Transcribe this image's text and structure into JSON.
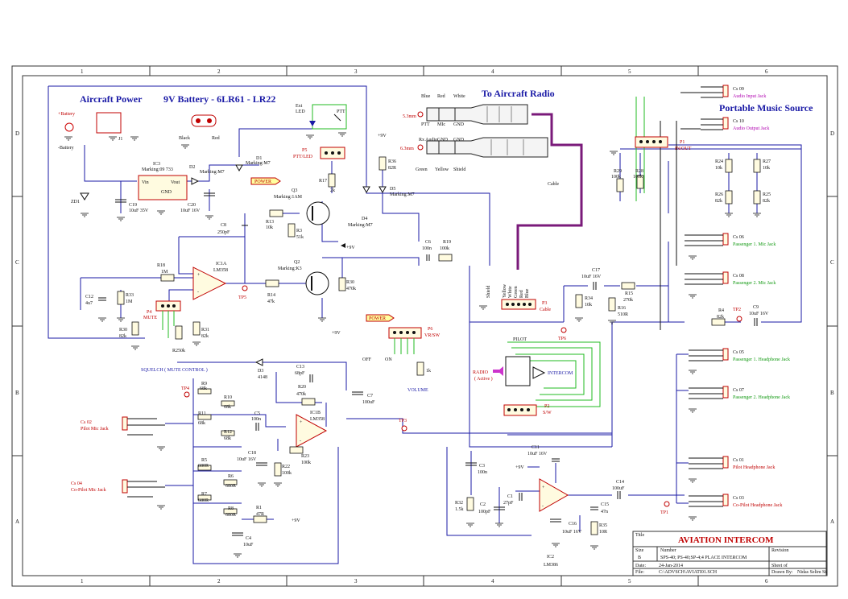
{
  "frame": {
    "columns": [
      "1",
      "2",
      "3",
      "4",
      "5",
      "6"
    ],
    "rows": [
      "D",
      "C",
      "B",
      "A"
    ]
  },
  "titles": {
    "aircraft_power": "Aircraft Power",
    "battery": "9V Battery - 6LR61 - LR22",
    "to_radio": "To Aircraft Radio",
    "portable_music": "Portable Music Source",
    "squelch": "SQUELCH ( MUTE CONTROL )",
    "volume": "VOLUME",
    "pilot": "PILOT",
    "radio_active": "RADIO",
    "radio_active_sub": "( Active )",
    "intercom": "INTERCOM",
    "cable": "Cable"
  },
  "power": {
    "plus_battery": "+Battery",
    "minus_battery": "-Battery",
    "j1": "J1",
    "black": "Black",
    "red": "Red",
    "zd1": "ZD1",
    "power_tag": "POWER",
    "power_tag2": "POWER",
    "v9": "+9V",
    "v9b": "+9V",
    "v9c": "+9V",
    "v9d": "+9V",
    "v9e": "+9V"
  },
  "components": {
    "ic3_top": "IC3",
    "ic3_mark": "Marking:09 733",
    "vin": "Vin",
    "vout": "Vout",
    "gnd": "GND",
    "d2": "D2",
    "d2_mark": "Marking:M7",
    "d1": "D1",
    "d1_mark": "Marking:M7",
    "c19": "C19",
    "c19_v": "10uF 35V",
    "c20": "C20",
    "c20_v": "10uF 16V",
    "ptt_led": "P5",
    "ptt_led_sub": "PTT/LED",
    "ext_led": "Ext",
    "ext_led2": "LED",
    "ptt": "PTT",
    "r17": "R17",
    "r17_v": "2k",
    "q3": "Q3",
    "q3_mark": "Marking:1AM",
    "r13": "R13",
    "r13_v": "10k",
    "r3": "R3",
    "r3_v": "51k",
    "c8": "C8",
    "c8_v": "250pF",
    "r36": "R36",
    "r36_v": "82R",
    "d5": "D5",
    "d5_mark": "Marking:M7",
    "d4": "D4",
    "d4_mark": "Marking:M7",
    "q2": "Q2",
    "q2_mark": "Marking:K3",
    "r14": "R14",
    "r14_v": "47k",
    "r30": "R30",
    "r30_v": "470k",
    "c6": "C6",
    "c6_v": "100n",
    "r19": "R19",
    "r19_v": "100k",
    "r18": "R18",
    "r18_v": "1M",
    "ic1a": "IC1A",
    "ic1a_type": "LM358",
    "tp5": "TP5",
    "c12": "C12",
    "c12_v": "4u7",
    "r33": "R33",
    "r33_v": "1M",
    "p4": "P4",
    "p4_sub": "MUTE",
    "r30b": "R30",
    "r30b_v": "82k",
    "r31": "R31",
    "r31_v": "82k",
    "r250": "R250k",
    "p6": "P6",
    "p6_sub": "VR/SW",
    "off": "OFF",
    "on": "ON",
    "r1k": "1k",
    "d3": "D3",
    "d3_v": "4148",
    "c13": "C13",
    "c13_v": "68pF",
    "r20": "R20",
    "r20_v": "470k",
    "c7": "C7",
    "c7_v": "100uF",
    "tp4": "TP4",
    "r9": "R9",
    "r9_v": "68k",
    "r10": "R10",
    "r10_v": "68k",
    "r11": "R11",
    "r11_v": "68k",
    "r12": "R12",
    "r12_v": "68k",
    "c5": "C5",
    "c5_v": "100n",
    "ic1b": "IC1B",
    "ic1b_type": "LM358",
    "tp3": "TP3",
    "c18": "C18",
    "c18_v": "10uF 16V",
    "r22": "R22",
    "r22_v": "100k",
    "r23": "R23",
    "r23_v": "100k",
    "r5": "R5",
    "r5_v": "680R",
    "r6": "R6",
    "r6_v": "680R",
    "r7": "R7",
    "r7_v": "680R",
    "r8": "R8",
    "r8_v": "680R",
    "r1": "R1",
    "r1_v": "47R",
    "c4": "C4",
    "c4_v": "10uF",
    "cs02": "Cs 02",
    "cs02_sub": "Pilot Mic Jack",
    "cs04": "Cs 04",
    "cs04_sub": "Co-Pilot Mic Jack",
    "p3": "P3",
    "p3_sub": "Cable",
    "shield": "Shield",
    "yellow": "Yellow",
    "white": "White",
    "green": "Green",
    "red_w": "Red",
    "blue": "Blue",
    "tp6": "TP6",
    "c17": "C17",
    "c17_v": "10uF 16V",
    "r34": "R34",
    "r34_v": "10k",
    "r15": "R15",
    "r15_v": "270k",
    "r16": "R16",
    "r16_v": "510R",
    "r4": "R4",
    "r4_v": "82k",
    "tp2": "TP2",
    "c9": "C9",
    "c9_v": "10uF 16V",
    "p2": "P2",
    "p2_sub": "S/W",
    "c11": "C11",
    "c11_v": "10uF 16V",
    "c3": "C3",
    "c3_v": "100n",
    "c1": "C1",
    "c1_v": "27pF",
    "c2": "C2",
    "c2_v": "100pF",
    "r32": "R32",
    "r32_v": "1.5k",
    "c16": "C16",
    "c16_v": "10uF 16V",
    "c14": "C14",
    "c14_v": "100uF",
    "c15": "C15",
    "c15_v": "47n",
    "r35": "R35",
    "r35_v": "10R",
    "ic2": "IC2",
    "ic2_type": "LM386",
    "tp1": "TP1",
    "p1": "P1",
    "p1_sub": "IN/OUT",
    "r29": "R29",
    "r29_v": "100k",
    "r28": "R28",
    "r28_v": "100k",
    "r24": "R24",
    "r24_v": "10k",
    "r27": "R27",
    "r27_v": "10k",
    "r26": "R26",
    "r26_v": "82k",
    "r25": "R25",
    "r25_v": "82k"
  },
  "radio_plugs": {
    "r53": "5.3mm",
    "r63": "6.3mm",
    "blue": "Blue",
    "red": "Red",
    "white": "White",
    "ptt": "PTT",
    "mic": "MIc",
    "gnd": "GND",
    "rx_audio": "Rx Audio",
    "gnd2": "GND",
    "gnd3": "GND",
    "green": "Green",
    "yellow": "Yellow",
    "shield": "Shield"
  },
  "jacks": [
    {
      "id": "Cs 09",
      "label": "Audio Input Jack"
    },
    {
      "id": "Cs 10",
      "label": "Audio Output Jack"
    },
    {
      "id": "Cs 06",
      "label": "Passenger 1. Mic Jack"
    },
    {
      "id": "Cs 08",
      "label": "Passenger 2. Mic Jack"
    },
    {
      "id": "Cs 05",
      "label": "Passenger 1. Headphone Jack"
    },
    {
      "id": "Cs 07",
      "label": "Passenger 2. Headphone Jack"
    },
    {
      "id": "Cs 01",
      "label": "Pilot Headphone Jack"
    },
    {
      "id": "Cs 03",
      "label": "Co-Pilot Headphone Jack"
    }
  ],
  "title_block": {
    "title_lbl": "Title",
    "title": "AVIATION INTERCOM",
    "size_lbl": "Size",
    "size": "B",
    "number_lbl": "Number",
    "number": "SPS-40; PS-40;SP-4;4 PLACE INTERCOM",
    "revision_lbl": "Revision",
    "date_lbl": "Date:",
    "date": "24-Jan-2014",
    "sheet_lbl": "Sheet of",
    "file_lbl": "File:",
    "file": "C:\\ADVSCH\\AVIATI01.SCH",
    "drawn_lbl": "Drawn By:",
    "drawn": "Nidas Selim St."
  }
}
